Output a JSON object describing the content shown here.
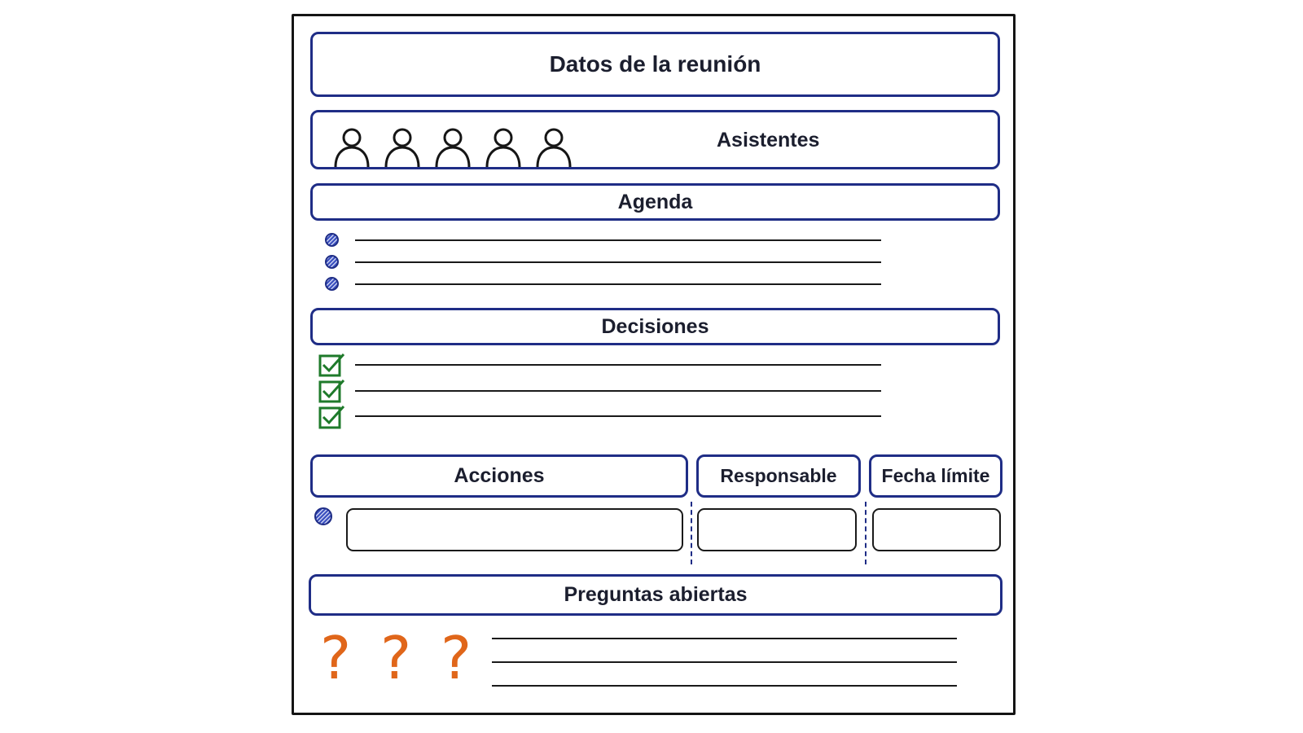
{
  "template": {
    "title": "Datos de la reunión",
    "attendees": {
      "label": "Asistentes",
      "icons": [
        "person-icon",
        "person-icon",
        "person-icon",
        "person-icon",
        "person-icon"
      ]
    },
    "agenda": {
      "label": "Agenda",
      "item_count": 3
    },
    "decisions": {
      "label": "Decisiones",
      "item_count": 3
    },
    "actions_table": {
      "columns": [
        "Acciones",
        "Responsable",
        "Fecha límite"
      ]
    },
    "open_questions": {
      "label": "Preguntas abiertas",
      "icon_glyph": "?"
    }
  },
  "colors": {
    "box_border": "#1f2d86",
    "ink": "#1a1a1a",
    "check": "#1e7a2a",
    "question": "#e0661a",
    "bullet": "#3a4fbf"
  }
}
